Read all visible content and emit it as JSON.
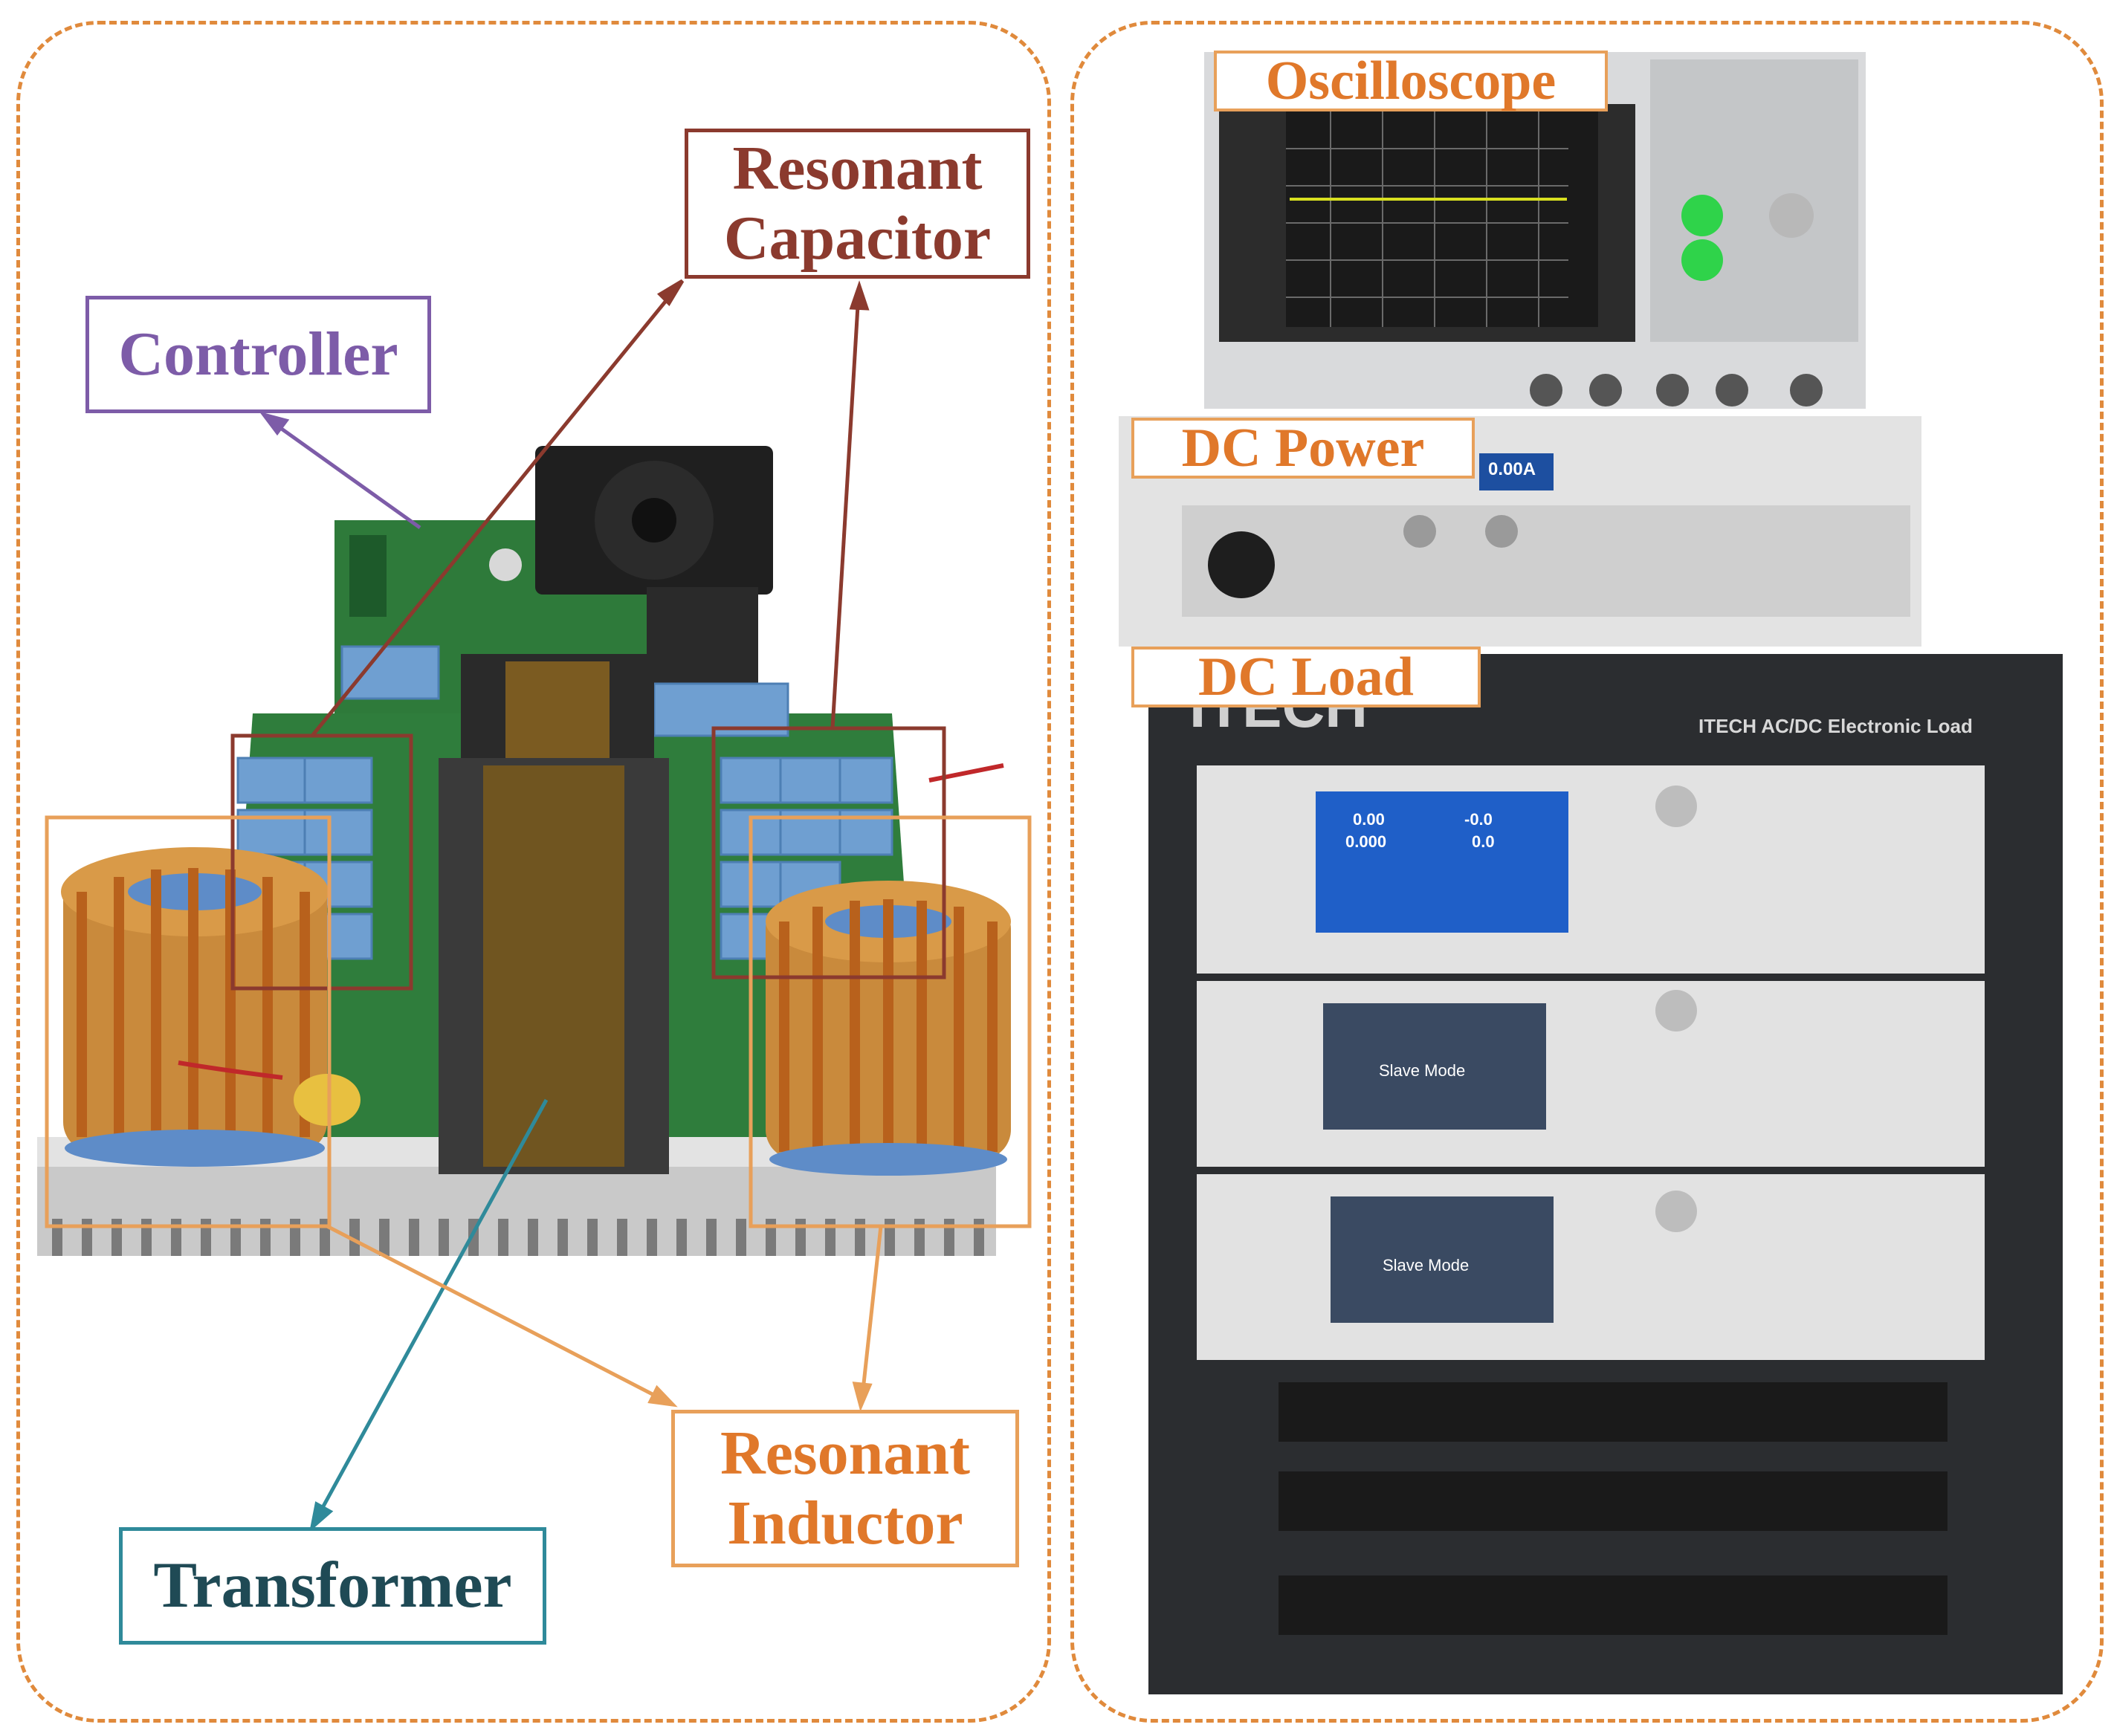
{
  "labels": {
    "controller": "Controller",
    "resonant_capacitor": [
      "Resonant",
      "Capacitor"
    ],
    "transformer": "Transformer",
    "resonant_inductor": [
      "Resonant",
      "Inductor"
    ],
    "oscilloscope": "Oscilloscope",
    "dc_power": "DC Power",
    "dc_load": "DC Load"
  },
  "colors": {
    "panel_border": "#e08a3c",
    "controller": "#7d5ca8",
    "resonant_capacitor": "#8b3a2e",
    "transformer": "#2f8a9a",
    "transformer_text": "#1f4a55",
    "resonant_inductor": "#e8a05a",
    "resonant_inductor_text": "#e0782a",
    "oscilloscope_text": "#e0782a",
    "instrument_label": "#e0782a"
  },
  "instruments": {
    "dc_power_display": "0.00A",
    "load_brand_plate": "ITECH AC/DC Electronic Load",
    "load_logo": "ITECH",
    "load_unit_1": {
      "readings": [
        "0.00",
        "0.000",
        "-0.0",
        "0.0"
      ]
    },
    "load_unit_2": {
      "mode": "Slave Mode"
    },
    "load_unit_3": {
      "mode": "Slave Mode"
    }
  }
}
